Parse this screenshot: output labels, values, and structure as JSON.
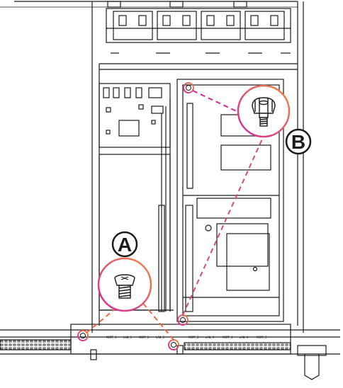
{
  "callouts": {
    "a": "A",
    "b": "B"
  },
  "port_labels": [
    "MGMT_1",
    "LAN_1",
    "MGMT_2",
    "LAN_2",
    "MGMT_3",
    "LAN_3",
    "MGMT_4",
    "LAN_4",
    "MGMT_5"
  ],
  "colors": {
    "line_art": "#1a1a1a",
    "callout_ring_start": "#d6249f",
    "callout_ring_end": "#f08a3c",
    "leader_dashed": "#e0457b"
  },
  "icons": [
    "screw-icon",
    "thumbscrew-icon"
  ]
}
